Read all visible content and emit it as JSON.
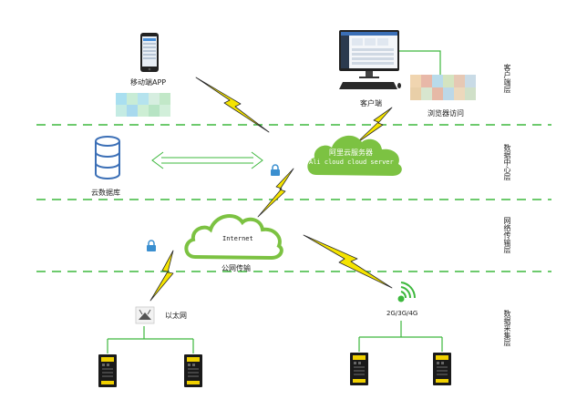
{
  "layers": [
    {
      "label": "客户端层"
    },
    {
      "label": "数据中心层"
    },
    {
      "label": "网络传输层"
    },
    {
      "label": "数据采集层"
    }
  ],
  "nodes": {
    "mobile_app": "移动端APP",
    "client": "客户端",
    "browser": "浏览器访问",
    "cloud_db": "云数据库",
    "ali_cloud_title": "阿里云服务器",
    "ali_cloud_sub": "Ali cloud  cloud server",
    "internet": "Internet",
    "public_net": "公网传输",
    "ethernet": "以太网",
    "cellular": "2G/3G/4G"
  },
  "colors": {
    "divider": "#3db83d",
    "cloud": "#7cc242",
    "lightning": "#f5e400",
    "device": "#1a1a1a",
    "device_accent": "#f0d000",
    "lock": "#3a8fd0"
  },
  "icons": [
    "phone-icon",
    "monitor-icon",
    "database-icon",
    "cloud-icon",
    "lock-icon",
    "lightning-icon",
    "router-icon",
    "wifi-signal-icon",
    "device-icon",
    "double-arrow-icon"
  ]
}
